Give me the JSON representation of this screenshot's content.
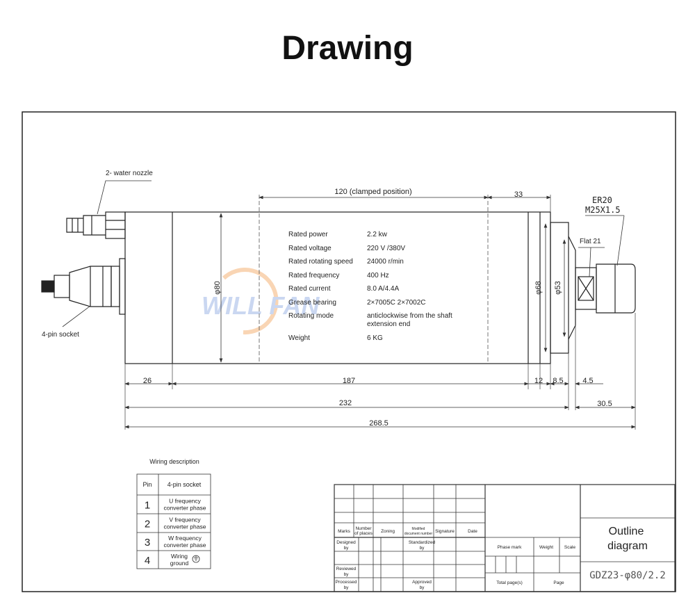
{
  "page": {
    "title": "Drawing"
  },
  "watermark": "WILL FAN",
  "callouts": {
    "water_nozzle": "2- water nozzle",
    "socket": "4-pin socket",
    "collet_type": "ER20",
    "collet_thread": "M25X1.5",
    "flat": "Flat 21"
  },
  "dimensions": {
    "clamped": "120 (clamped position)",
    "d33": "33",
    "dia80": "φ80",
    "dia68": "φ68",
    "dia53": "φ53",
    "d26": "26",
    "d187": "187",
    "d12": "12",
    "d8_5": "8.5",
    "d4_5": "4.5",
    "d232": "232",
    "d30_5": "30.5",
    "d268_5": "268.5"
  },
  "specs": [
    {
      "label": "Rated power",
      "value": "2.2 kw"
    },
    {
      "label": "Rated voltage",
      "value": "220 V /380V"
    },
    {
      "label": "Rated rotating speed",
      "value": "24000 r/min"
    },
    {
      "label": "Rated frequency",
      "value": "400 Hz"
    },
    {
      "label": "Rated current",
      "value": "8.0 A/4.4A"
    },
    {
      "label": "Grease bearing",
      "value": "2×7005C 2×7002C"
    },
    {
      "label": "Rotating mode",
      "value": "anticlockwise from the shaft",
      "value2": "extension end"
    },
    {
      "label": "Weight",
      "value": "6 KG"
    }
  ],
  "wiring": {
    "title": "Wiring description",
    "headers": [
      "Pin",
      "4-pin socket"
    ],
    "rows": [
      {
        "pin": "1",
        "line1": "U frequency",
        "line2": "converter phase"
      },
      {
        "pin": "2",
        "line1": "V frequency",
        "line2": "converter phase"
      },
      {
        "pin": "3",
        "line1": "W frequency",
        "line2": "converter phase"
      },
      {
        "pin": "4",
        "line1": "Wiring",
        "line2": "ground"
      }
    ]
  },
  "title_block": {
    "marks": "Marks",
    "number": "Number",
    "of_places": "of places",
    "zoning": "Zoning",
    "modified": "Modified",
    "document_number": "document number",
    "signature": "Signature",
    "date": "Date",
    "designed": "Designed",
    "reviewed": "Reviewed",
    "processed": "Processed",
    "by": "by",
    "standardized": "Standardized",
    "approved": "Approved",
    "phase_mark": "Phase mark",
    "weight": "Weight",
    "scale": "Scale",
    "total_pages": "Total page(s)",
    "page": "Page",
    "outline": "Outline",
    "diagram": "diagram",
    "model": "GDZ23-φ80/2.2"
  }
}
